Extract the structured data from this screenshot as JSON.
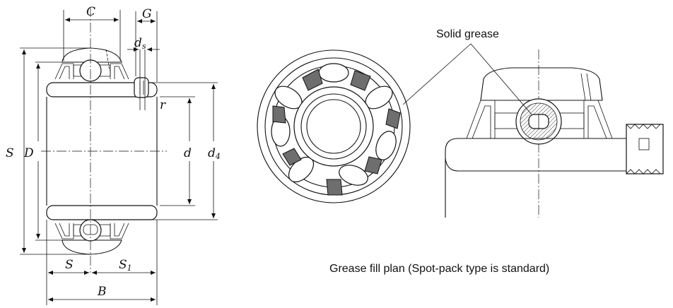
{
  "labels": {
    "C": "C",
    "G": "G",
    "ds_main": "d",
    "ds_sub": "s",
    "r": "r",
    "S_left": "S",
    "D": "D",
    "d": "d",
    "d4_main": "d",
    "d4_sub": "4",
    "S_bottom": "S",
    "S1_main": "S",
    "S1_sub": "1",
    "B": "B"
  },
  "callout": "Solid grease",
  "caption": "Grease fill plan (Spot-pack type is standard)"
}
